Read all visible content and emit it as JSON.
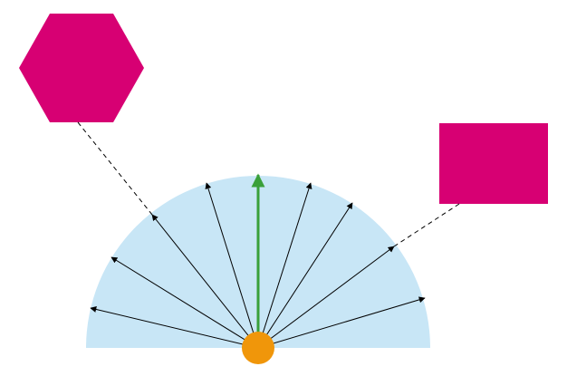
{
  "colors": {
    "background": "#ffffff",
    "field": "#c8e6f6",
    "source": "#f0960a",
    "shape": "#d70073",
    "ray": "#000000",
    "highlight_ray": "#3aa03a"
  },
  "diagram": {
    "ray_count": 9,
    "highlighted_ray_index": 4,
    "shapes": [
      "hexagon",
      "rectangle"
    ]
  }
}
